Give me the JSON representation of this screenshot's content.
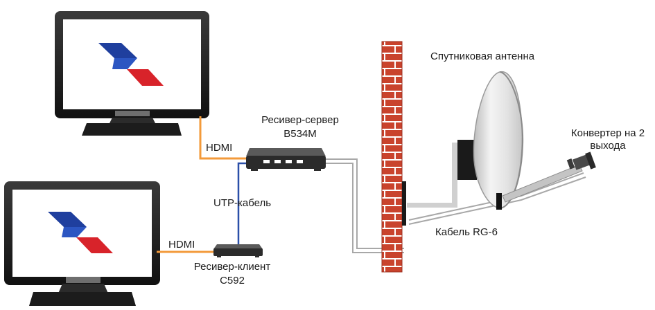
{
  "labels": {
    "hdmi_top": "HDMI",
    "hdmi_bottom": "HDMI",
    "server_name": "Ресивер-сервер",
    "server_model": "B534M",
    "utp": "UTP-кабель",
    "client_name": "Ресивер-клиент",
    "client_model": "C592",
    "dish": "Спутниковая антенна",
    "converter_line1": "Конвертер на 2",
    "converter_line2": "выхода",
    "cable": "Кабель RG-6"
  },
  "icons": {
    "tv_logo": "tricolor-logo",
    "receiver": "receiver-box",
    "dish": "satellite-dish",
    "wall": "brick-wall",
    "lnb": "converter-lnb"
  },
  "colors": {
    "hdmi_cable": "#f39a3a",
    "utp_cable": "#2a4fa8",
    "coax_cable": "#a8a8a8",
    "brick": "#c9432d",
    "logo_blue": "#1f3f9e",
    "logo_red": "#d8232a",
    "device_dark": "#2b2b2b"
  }
}
